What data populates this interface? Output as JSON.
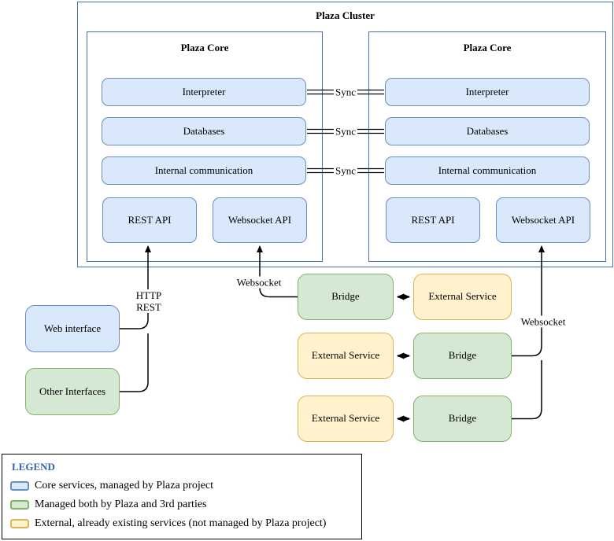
{
  "cluster": {
    "title": "Plaza Cluster",
    "sync_label": "Sync",
    "cores": [
      {
        "title": "Plaza Core",
        "components": [
          "Interpreter",
          "Databases",
          "Internal communication"
        ],
        "apis": [
          "REST API",
          "Websocket API"
        ]
      },
      {
        "title": "Plaza Core",
        "components": [
          "Interpreter",
          "Databases",
          "Internal communication"
        ],
        "apis": [
          "REST API",
          "Websocket API"
        ]
      }
    ]
  },
  "clients": {
    "web_interface": "Web interface",
    "other_interfaces": "Other Interfaces"
  },
  "integration_rows": [
    {
      "left": "Bridge",
      "right": "External Service"
    },
    {
      "left": "External Service",
      "right": "Bridge"
    },
    {
      "left": "External Service",
      "right": "Bridge"
    }
  ],
  "edge_labels": {
    "http": "HTTP",
    "rest": "REST",
    "websocket_left": "Websocket",
    "websocket_right": "Websocket"
  },
  "legend": {
    "title": "LEGEND",
    "items": [
      {
        "swatch": "blue",
        "fill": "#dae8fc",
        "stroke": "#6c8ebf",
        "label": "Core services, managed by Plaza project"
      },
      {
        "swatch": "green",
        "fill": "#d5e8d4",
        "stroke": "#82b366",
        "label": "Managed both by Plaza and 3rd parties"
      },
      {
        "swatch": "yellow",
        "fill": "#fff2cc",
        "stroke": "#d6b656",
        "label": "External, already existing services (not managed by Plaza project)"
      }
    ]
  },
  "colors": {
    "core_fill": "#dae8fc",
    "core_stroke": "#6c8ebf",
    "shared_fill": "#d5e8d4",
    "shared_stroke": "#82b366",
    "external_fill": "#fff2cc",
    "external_stroke": "#d6b656",
    "container_stroke": "#4472a8",
    "legend_title": "#3366aa",
    "wire": "#000000"
  }
}
